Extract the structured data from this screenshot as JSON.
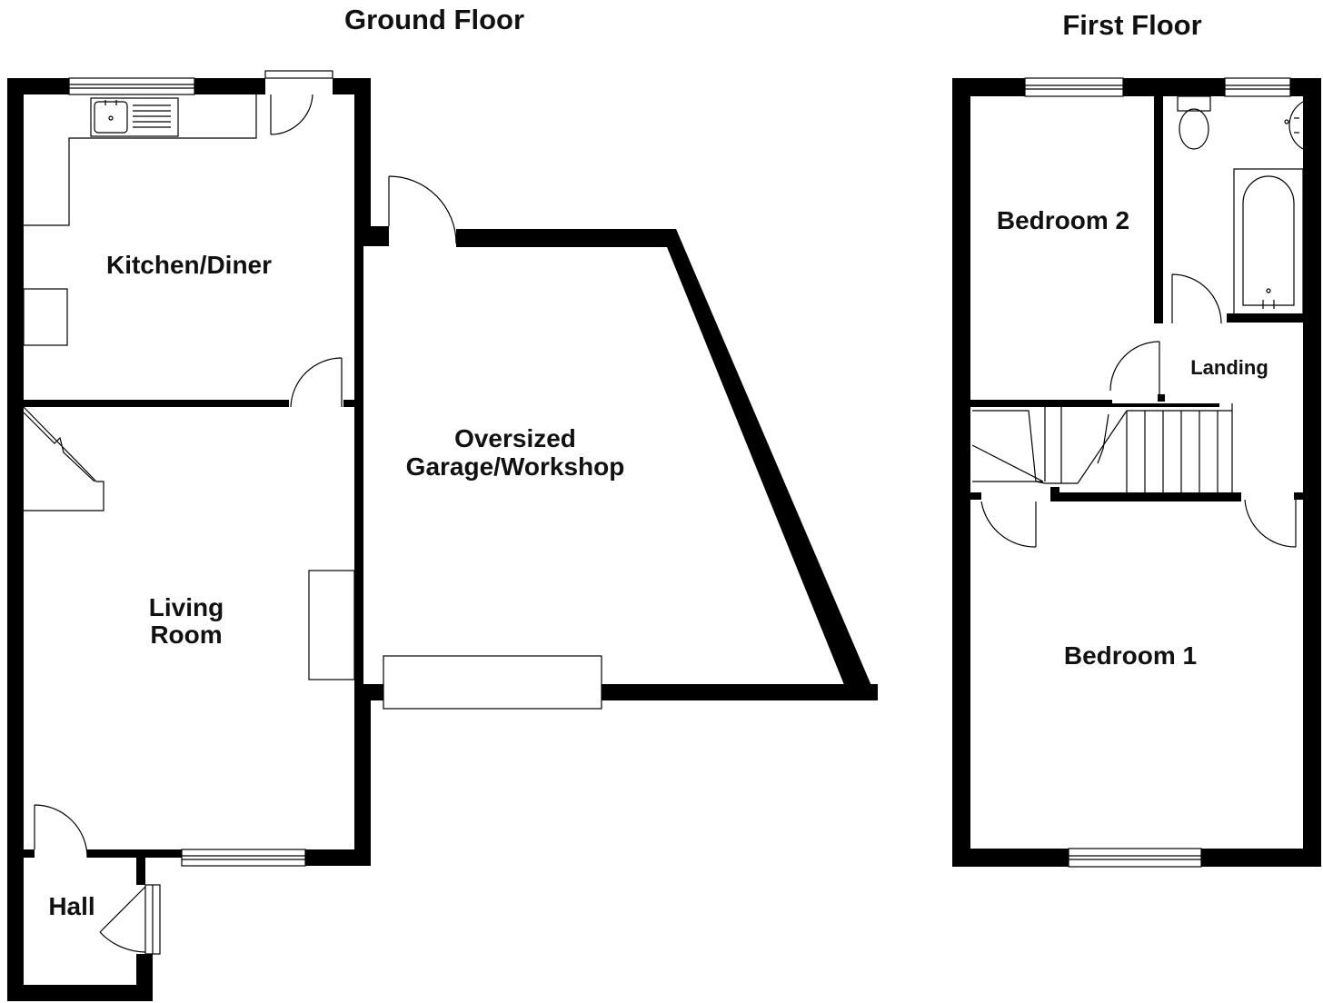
{
  "floors": {
    "ground": {
      "title": "Ground Floor",
      "rooms": {
        "kitchen": "Kitchen/Diner",
        "living_line1": "Living",
        "living_line2": "Room",
        "hall": "Hall",
        "garage_line1": "Oversized",
        "garage_line2": "Garage/Workshop"
      }
    },
    "first": {
      "title": "First Floor",
      "rooms": {
        "bedroom2": "Bedroom 2",
        "landing": "Landing",
        "bedroom1": "Bedroom 1"
      }
    }
  },
  "colors": {
    "wall": "#000000",
    "background": "#ffffff",
    "text": "#111111"
  }
}
